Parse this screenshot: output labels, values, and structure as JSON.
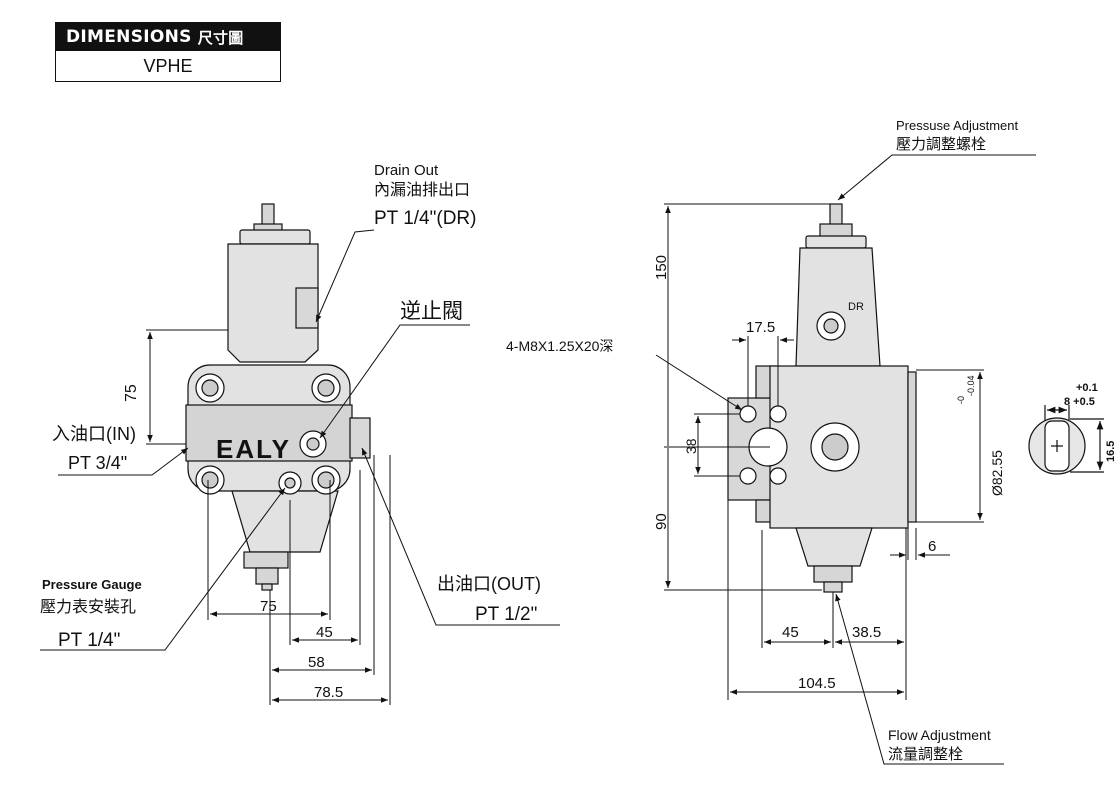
{
  "header": {
    "title": "DIMENSIONS",
    "title_cjk": "尺寸圖",
    "model": "VPHE"
  },
  "front_view": {
    "drain_out_en": "Drain Out",
    "drain_out_cn": "內漏油排出口",
    "drain_out_size": "PT 1/4\"(DR)",
    "check_valve": "逆止閥",
    "brand": "EALY",
    "inlet_cn": "入油口(IN)",
    "inlet_size": "PT 3/4\"",
    "gauge_en": "Pressure Gauge",
    "gauge_cn": "壓力表安裝孔",
    "gauge_size": "PT 1/4\"",
    "outlet_cn": "出油口(OUT)",
    "outlet_size": "PT 1/2\"",
    "dim_75_vertical": "75",
    "dim_75_horizontal": "75",
    "dim_45": "45",
    "dim_58": "58",
    "dim_785": "78.5"
  },
  "side_view": {
    "pressure_adj_en": "Pressuse Adjustment",
    "pressure_adj_cn": "壓力調整螺栓",
    "bolt_spec": "4-M8X1.25X20深",
    "dr_label": "DR",
    "flow_adj_en": "Flow Adjustment",
    "flow_adj_cn": "流量調整栓",
    "dim_150": "150",
    "dim_90": "90",
    "dim_38": "38",
    "dim_175": "17.5",
    "dim_dia": "Ø82.55",
    "dim_dia_tol_upper": "-0",
    "dim_dia_tol_lower": "-0.04",
    "dim_6": "6",
    "dim_45": "45",
    "dim_385": "38.5",
    "dim_1045": "104.5"
  },
  "shaft_view": {
    "tol_upper": "+0.1",
    "dim_8": "8 +0.5",
    "dim_165": "16.5"
  }
}
